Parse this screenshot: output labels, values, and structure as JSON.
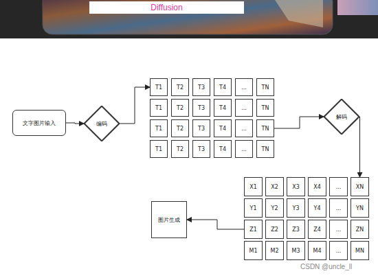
{
  "diagram": {
    "nodes": [
      {
        "text": [
          "Diffusion"
        ]
      },
      {
        "text": [
          "文字图片输入"
        ]
      },
      {
        "text": [
          "编码"
        ]
      },
      {
        "text": [
          "T1"
        ]
      },
      {
        "text": [
          "T2"
        ]
      },
      {
        "text": [
          "T3"
        ]
      },
      {
        "text": [
          "T4"
        ]
      },
      {
        "text": [
          "..."
        ]
      },
      {
        "text": [
          "TN"
        ]
      },
      {
        "text": [
          "T1"
        ]
      },
      {
        "text": [
          "T2"
        ]
      },
      {
        "text": [
          "T3"
        ]
      },
      {
        "text": [
          "T4"
        ]
      },
      {
        "text": [
          "..."
        ]
      },
      {
        "text": [
          "TN"
        ]
      },
      {
        "text": [
          "T1"
        ]
      },
      {
        "text": [
          "T2"
        ]
      },
      {
        "text": [
          "T3"
        ]
      },
      {
        "text": [
          "T4"
        ]
      },
      {
        "text": [
          "..."
        ]
      },
      {
        "text": [
          "TN"
        ]
      },
      {
        "text": [
          "T1"
        ]
      },
      {
        "text": [
          "T2"
        ]
      },
      {
        "text": [
          "T3"
        ]
      },
      {
        "text": [
          "T4"
        ]
      },
      {
        "text": [
          "..."
        ]
      },
      {
        "text": [
          "TN"
        ]
      },
      {
        "text": [
          "解码"
        ]
      },
      {
        "text": [
          "X1"
        ]
      },
      {
        "text": [
          "X2"
        ]
      },
      {
        "text": [
          "X3"
        ]
      },
      {
        "text": [
          "X4"
        ]
      },
      {
        "text": [
          "..."
        ]
      },
      {
        "text": [
          "XN"
        ]
      },
      {
        "text": [
          "Y1"
        ]
      },
      {
        "text": [
          "Y2"
        ]
      },
      {
        "text": [
          "Y3"
        ]
      },
      {
        "text": [
          "Y4"
        ]
      },
      {
        "text": [
          "..."
        ]
      },
      {
        "text": [
          "YN"
        ]
      },
      {
        "text": [
          "Z1"
        ]
      },
      {
        "text": [
          "Z2"
        ]
      },
      {
        "text": [
          "Z3"
        ]
      },
      {
        "text": [
          "Z4"
        ]
      },
      {
        "text": [
          "..."
        ]
      },
      {
        "text": [
          "ZN"
        ]
      },
      {
        "text": [
          "M1"
        ]
      },
      {
        "text": [
          "M2"
        ]
      },
      {
        "text": [
          "M3"
        ]
      },
      {
        "text": [
          "M4"
        ]
      },
      {
        "text": [
          "..."
        ]
      },
      {
        "text": [
          "MN"
        ]
      },
      {
        "text": [
          "图片生成"
        ]
      }
    ],
    "edges": [
      {
        "from": 1,
        "to": 2,
        "arrow": "to"
      },
      {
        "from": 2,
        "to": 3,
        "arrow": "to"
      },
      {
        "from": 20,
        "to": 27,
        "arrow": "to"
      },
      {
        "from": 27,
        "to": 33,
        "arrow": "to"
      },
      {
        "from": 40,
        "to": 52,
        "arrow": "to"
      }
    ],
    "labels": [
      "CSDN @uncle_ll"
    ]
  }
}
